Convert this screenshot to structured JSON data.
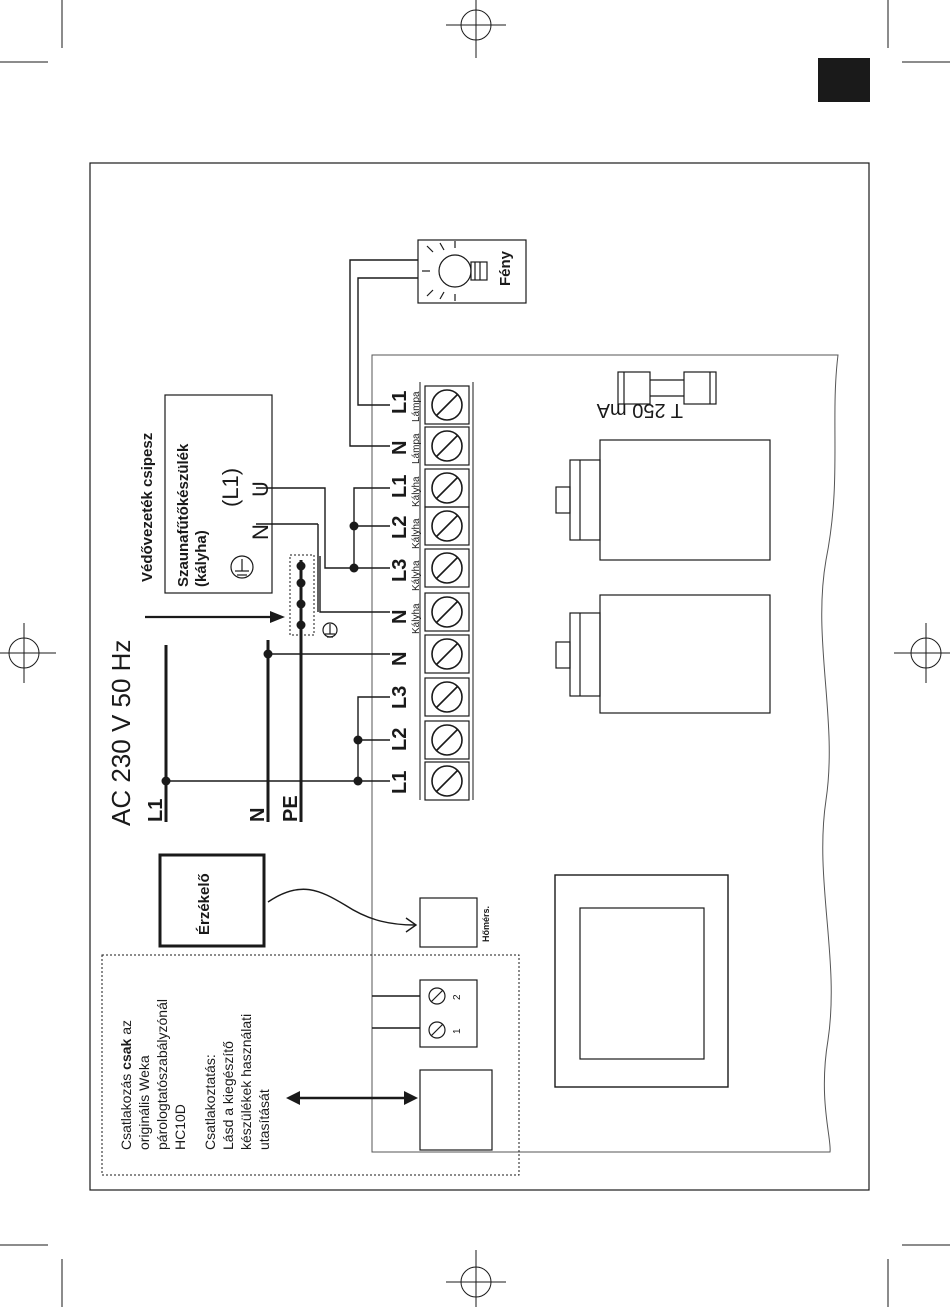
{
  "supply": {
    "title": "AC 230 V 50 Hz",
    "line_l1": "L1",
    "line_n": "N",
    "line_pe": "PE"
  },
  "terminals": {
    "main": [
      "L1",
      "L2",
      "L3",
      "N"
    ],
    "heater": [
      "N",
      "L3",
      "L2",
      "L1"
    ],
    "heater_caption": "Kályha",
    "lamp": [
      "N",
      "L1"
    ],
    "lamp_caption": "Lámpa"
  },
  "heater": {
    "name": "Szaunafűtőkészülék",
    "sub": "(kályha)",
    "terminal_n": "N",
    "terminal_u": "U",
    "terminal_l1": "(L1)"
  },
  "protective_clip": "Védővezeték csipesz",
  "light": "Fény",
  "fuse": "T 250 mA",
  "sensor": "Érzékelő",
  "thermometer": "Hőmérs.",
  "evaporator_note": {
    "prefix": "Csatlakozás ",
    "bold": "csak",
    "suffix": " az",
    "line2": "originális  Weka",
    "line3": "párologtatószabályzónál",
    "line4": "HC10D"
  },
  "accessory_note": {
    "line1": "Csatlakoztatás:",
    "line2": "Lásd a kiegészítő",
    "line3": "készülékek használati",
    "line4": "utasítását"
  },
  "control_terminals": [
    "1",
    "2"
  ],
  "colors": {
    "ink": "#1a1a1a",
    "page_marker": "#1a1a1a",
    "board_edge": "#555555"
  }
}
